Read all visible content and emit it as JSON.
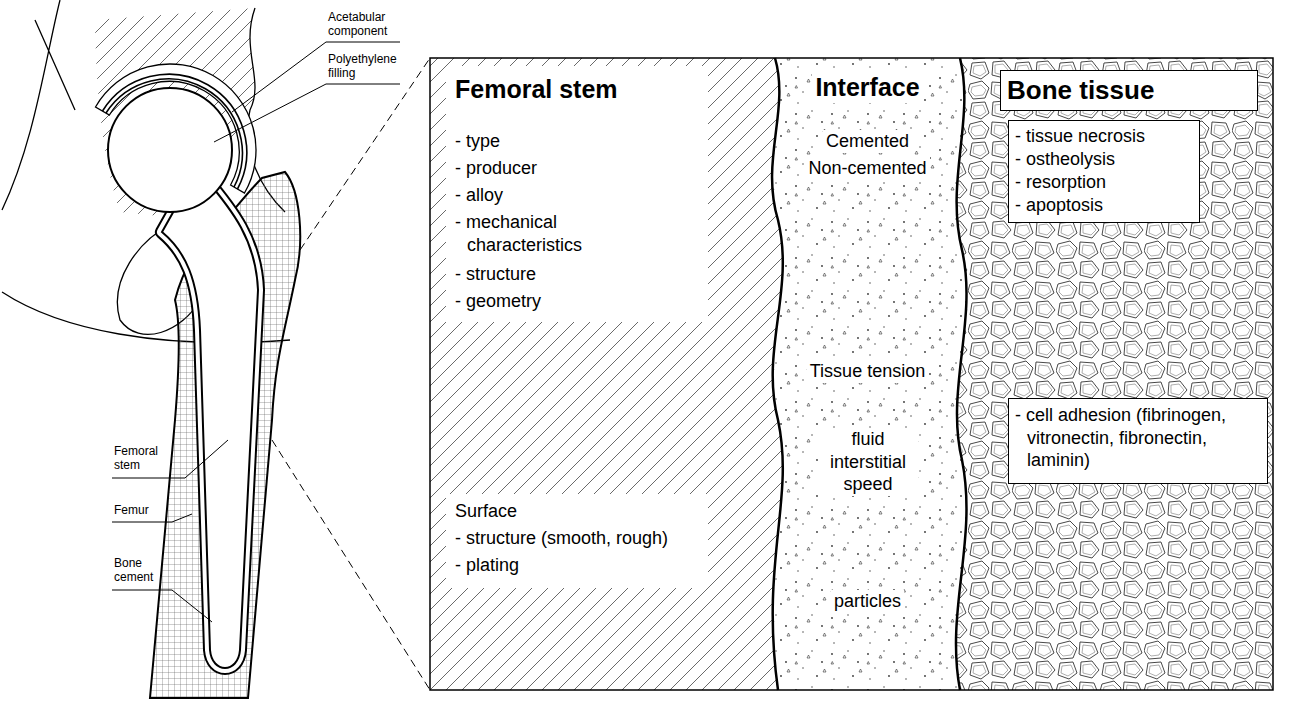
{
  "diagram": {
    "nodes": [
      {
        "text": [
          "Femoral stem",
          "- type",
          "- producer",
          "- alloy",
          "- mechanical characteristics",
          "- structure",
          "- geometry",
          "Surface",
          "- structure (smooth, rough)",
          "- plating"
        ]
      },
      {
        "text": [
          "Interface",
          "Cemented",
          "Non-cemented",
          "Tissue tension",
          "fluid interstitial speed",
          "particles"
        ]
      },
      {
        "text": [
          "Bone tissue"
        ]
      },
      {
        "text": [
          "- tissue necrosis",
          "- ostheolysis",
          "- resorption",
          "- apoptosis"
        ],
        "in": 2
      },
      {
        "text": [
          "- cell adhesion (fibrinogen, vitronectin, fibronectin, laminin)"
        ],
        "in": 2
      }
    ],
    "edges": [],
    "labels": [
      "Acetabular component",
      "Polyethylene filling",
      "Femoral stem",
      "Femur",
      "Bone cement"
    ]
  }
}
